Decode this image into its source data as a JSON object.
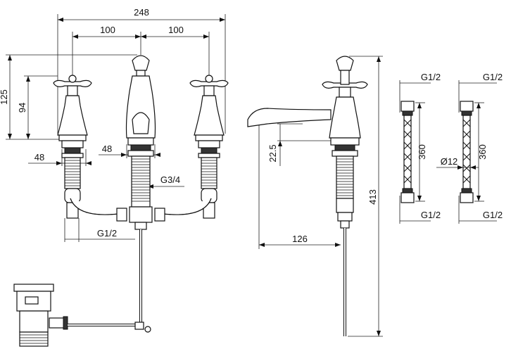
{
  "dimensions": {
    "overall_width": "248",
    "spacing_left": "100",
    "spacing_right": "100",
    "height_total": "125",
    "height_handle": "94",
    "tail_width_left": "48",
    "tail_width_center": "48",
    "thread_center": "G3/4",
    "thread_bottom_left": "G1/2",
    "spout_height": "22.5",
    "spout_reach": "126",
    "total_height": "413",
    "hose1_top_thread": "G1/2",
    "hose1_length": "360",
    "hose1_bottom_thread": "G1/2",
    "hose2_top_thread": "G1/2",
    "hose2_diameter": "Ø12",
    "hose2_length": "360",
    "hose2_bottom_thread": "G1/2"
  }
}
